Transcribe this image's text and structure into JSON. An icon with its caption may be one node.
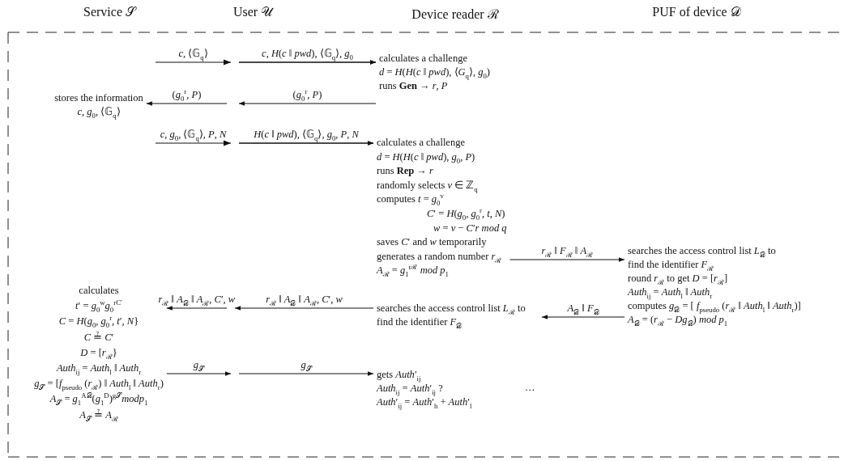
{
  "diagram": {
    "nodes": [
      {
        "text": [
          "stores the information",
          "*c*, *g*$_{0}$, ⟨𝔾$_{q}$⟩"
        ]
      },
      {
        "text": [
          "calculates a challenge",
          "*d* = *H*(*H*(*c* ‖ *pwd*), ⟨*G*$_{q}$⟩, *g*$_{0}$)",
          "runs **Gen** → *r*, *P*"
        ]
      },
      {
        "text": [
          "calculates a challenge",
          "*d* = *H*(*H*(*c* ‖ *pwd*), *g*$_{0}$, *P*)",
          "runs **Rep** → *r*",
          "randomly selects *v* ∈ ℤ$_{q}$",
          "computes *t* = *g*$_{0}$$^{v}$",
          "*C*′ = *H*(*g*$_{0}$, *g*$_{0}$$^{r}$, *t*, *N*)",
          "*w* = *v* − *C*′*r mod q*",
          "saves *C*′ and *w* temporarily",
          "generates a random number *r*$_{ℛ}$",
          "*A*$_{ℛ}$ = *g*$_{1}$$^{rℛ}$ *mod p*$_{1}$"
        ]
      },
      {
        "text": [
          "searches the access control list *L*$_{𝒟}$ to find the identifier *F*$_{ℛ}$",
          "round *r*$_{ℛ}$ to get *D* = [*r*$_{ℛ}$]",
          "*Auth*$_{ij}$ = *Auth*$_{l}$ ‖ *Auth*$_{r}$",
          "computes *g*$_{𝒟}$ = [ *f*$_{pseudo}$ (*r*$_{ℛ}$ ‖ *Auth*$_{l}$ ‖ *Auth*$_{r}$)]",
          "*A*$_{𝒟}$ = (*r*$_{ℛ}$ − *Dg*$_{𝒟}$) *mod p*$_{1}$"
        ]
      },
      {
        "text": [
          "searches the access control list *L*$_{ℛ}$ to find the identifier *F*$_{𝒟}$"
        ]
      },
      {
        "text": [
          "calculates",
          "*t*′ = *g*$_{0}$$^{w}$*g*$_{0}$$^{rC′}$",
          "*C* = *H*(*g*$_{0}$, *g*$_{0}$$^{r}$, *t*′, *N*}",
          "*C* ≟ *C*′",
          "*D* = [*r*$_{ℛ}$}",
          "*Auth*$_{ij}$ = *Auth*$_{l}$ ‖ *Auth*$_{r}$",
          "*g*$_{𝒮}$ = [*f*$_{pseudo}$ (*r*$_{ℛ}$) ‖ *Auth*$_{l}$ ‖ *Auth*$_{r}$)",
          "*A*$_{𝒮}$ = *g*$_{1}$$^{A𝒟}$(*g*$_{1}$$^{D}$)$^{g𝒮}$*modp*$_{1}$",
          "*A*$_{𝒮}$ ≟ *A*$_{ℛ}$"
        ]
      },
      {
        "text": [
          "gets *Auth*′$_{ij}$",
          "*Auth*$_{ij}$ = *Auth*′$_{ij}$   ?",
          "*Auth*′$_{ij}$ = *Auth*′$_{h}$ + *Auth*′$_{l}$"
        ]
      }
    ],
    "edges": [
      {
        "from": null,
        "to": 1,
        "arrow": "to",
        "label": "*c*, ⟨𝔾$_{q}$⟩"
      },
      {
        "from": null,
        "to": 1,
        "arrow": "to",
        "label": "*c*, *H*(*c* ‖ *pwd*), ⟨𝔾$_{q}$⟩, *g*$_{0}$"
      },
      {
        "from": 1,
        "to": null,
        "arrow": "to",
        "label": "(*g*$_{0}$$^{r}$, *P*)"
      },
      {
        "from": null,
        "to": 0,
        "arrow": "to",
        "label": "(*g*$_{0}$$^{r}$, *P*)"
      },
      {
        "from": null,
        "to": 2,
        "arrow": "to",
        "label": "*c*, *g*$_{0}$, ⟨𝔾$_{q}$⟩, *P*, *N*"
      },
      {
        "from": null,
        "to": 2,
        "arrow": "to",
        "label": "*H*(*c* ‖ *pwd*), ⟨𝔾$_{q}$⟩, *g*$_{0}$, *P*, *N*"
      },
      {
        "from": 2,
        "to": 3,
        "arrow": "to",
        "label": "*r*$_{ℛ}$ ‖ *F*$_{ℛ}$ ‖ *A*$_{ℛ}$"
      },
      {
        "from": 3,
        "to": 4,
        "arrow": "to",
        "label": "*A*$_{𝒟}$ ‖ *F*$_{𝒟}$"
      },
      {
        "from": 4,
        "to": null,
        "arrow": "to",
        "label": "*r*$_{ℛ}$ ‖ *A*$_{𝒟}$ ‖ *A*$_{ℛ}$, *C*′, *w*"
      },
      {
        "from": null,
        "to": 5,
        "arrow": "to",
        "label": "*r*$_{ℛ}$ ‖ *A*$_{𝒟}$ ‖ *A*$_{ℛ}$, *C*′, *w*"
      },
      {
        "from": 5,
        "to": null,
        "arrow": "to",
        "label": "*g*$_{𝒮}$"
      },
      {
        "from": null,
        "to": 6,
        "arrow": "to",
        "label": "*g*$_{𝒮}$"
      }
    ],
    "labels": [
      "Service 𝒮",
      "User 𝒰",
      "Device reader ℛ",
      "PUF of device 𝒟",
      "…"
    ]
  }
}
